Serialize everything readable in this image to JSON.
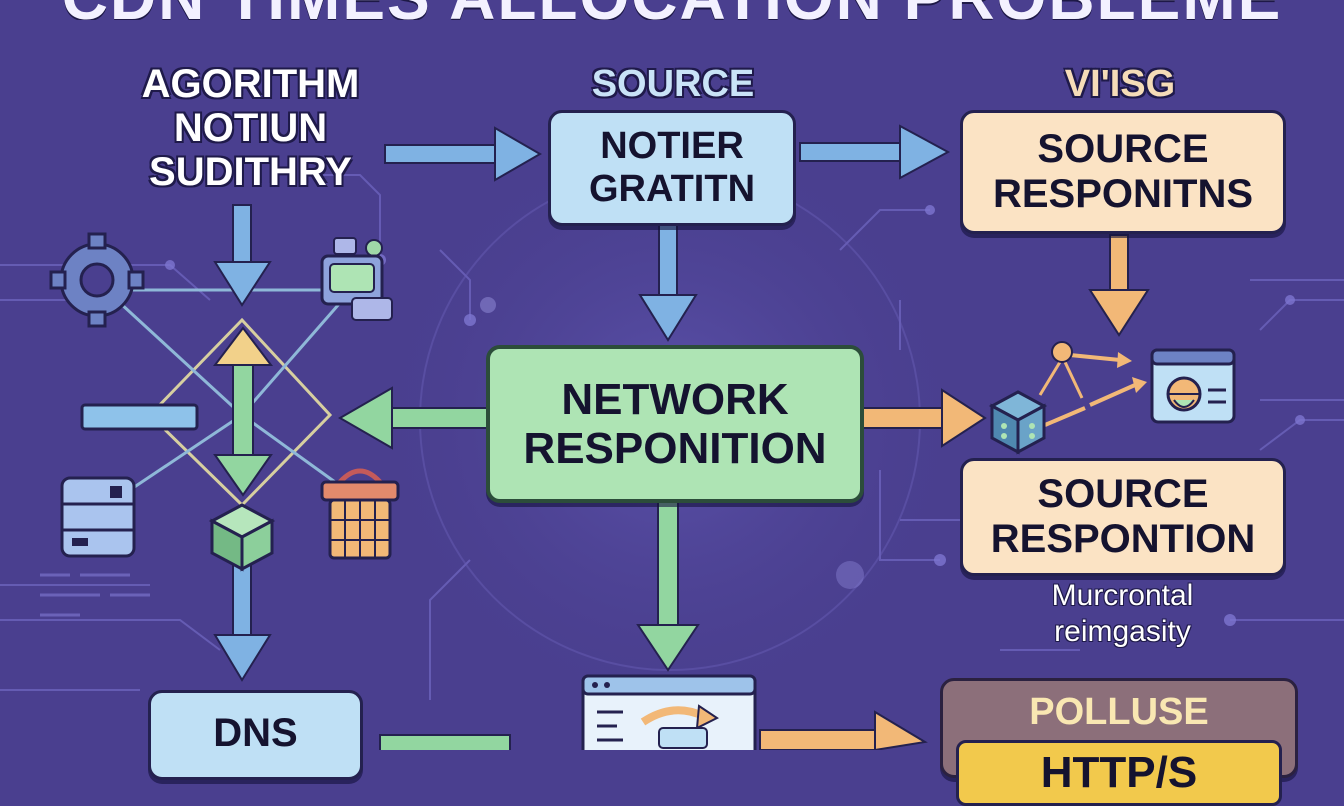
{
  "title": "CDN TIMES ALLOCATION PROBLEME",
  "nodes": {
    "algorithm": [
      "AGORITHM",
      "NOTIUN",
      "SUDITHRY"
    ],
    "source_heading": "SOURCE",
    "notier": [
      "NOTIER",
      "GRATITN"
    ],
    "visig_heading": "VI'ISG",
    "source_responitns": [
      "SOURCE",
      "RESPONITNS"
    ],
    "network": [
      "NETWORK",
      "RESPONITION"
    ],
    "source_respontion": [
      "SOURCE",
      "RESPONTION"
    ],
    "caption": [
      "Murcrontal",
      "reimgasity"
    ],
    "dns": "DNS",
    "pollute": "POLLUSE",
    "pollute_sub": "HTTP/S"
  },
  "colors": {
    "background": "#4a3f8f",
    "blue_box": "#bfe0f5",
    "peach_box": "#fbe3c4",
    "green_box": "#aee4b4",
    "blue_arrow": "#7fb2e3",
    "green_arrow": "#92d6a0",
    "orange_arrow": "#f2b877"
  },
  "icons": [
    "gear-icon",
    "robot-icon",
    "server-icon",
    "shopping-basket-icon",
    "cube-icon",
    "network-node-icon",
    "browser-window-icon",
    "document-window-icon"
  ]
}
